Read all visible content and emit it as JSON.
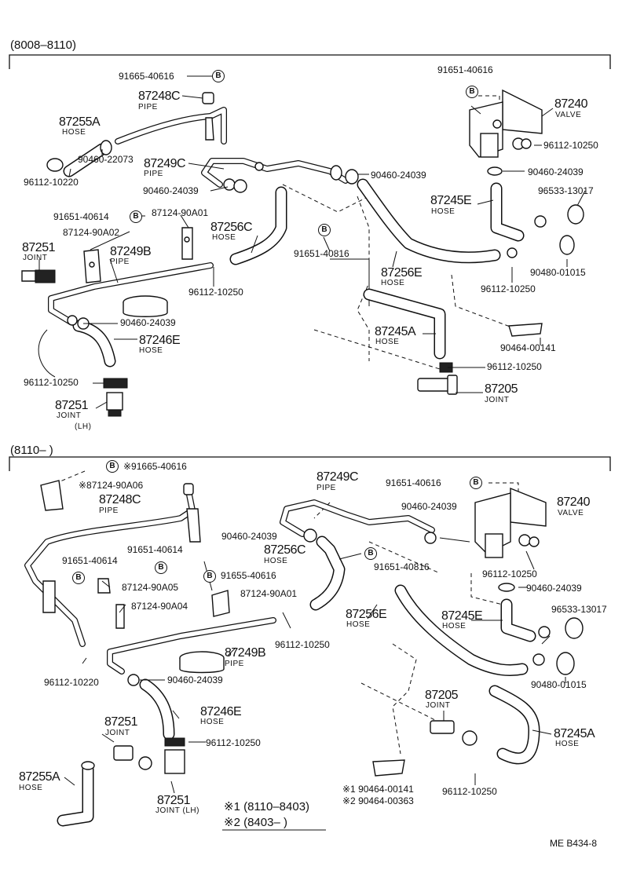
{
  "diagram": {
    "top_section": {
      "range": "(8008–8110)",
      "labels": {
        "a": "91665-40616",
        "b": "87248C",
        "b_sub": "PIPE",
        "c": "87255A",
        "c_sub": "HOSE",
        "d": "90460-22073",
        "e": "96112-10220",
        "f": "87249C",
        "f_sub": "PIPE",
        "g": "90460-24039",
        "h": "90460-24039",
        "i": "91651-40616",
        "j": "87240",
        "j_sub": "VALVE",
        "k": "96112-10250",
        "l": "90460-24039",
        "m": "96533-13017",
        "n": "87245E",
        "n_sub": "HOSE",
        "o": "91651-40614",
        "p": "87124-90A01",
        "q": "87124-90A02",
        "r": "87256C",
        "r_sub": "HOSE",
        "s": "91651-40816",
        "t": "87251",
        "t_sub": "JOINT",
        "u": "87249B",
        "u_sub": "PIPE",
        "v": "87256E",
        "v_sub": "HOSE",
        "w": "90480-01015",
        "x": "96112-10250",
        "y": "96112-10250",
        "z": "90460-24039",
        "aa": "87246E",
        "aa_sub": "HOSE",
        "ab": "87245A",
        "ab_sub": "HOSE",
        "ac": "90464-00141",
        "ad": "96112-10250",
        "ae": "96112-10250",
        "af": "87205",
        "af_sub": "JOINT",
        "ag": "87251",
        "ag_sub": "JOINT",
        "ag_sub2": "(LH)"
      }
    },
    "bottom_section": {
      "range": "(8110–      )",
      "labels": {
        "a": "※91665-40616",
        "b": "※87124-90A06",
        "c": "87248C",
        "c_sub": "PIPE",
        "d": "87249C",
        "d_sub": "PIPE",
        "e": "91651-40616",
        "f": "87240",
        "f_sub": "VALVE",
        "g": "90460-24039",
        "h": "90460-24039",
        "i": "87256C",
        "i_sub": "HOSE",
        "j": "91651-40614",
        "k": "91651-40614",
        "l": "91655-40616",
        "m": "91651-40816",
        "n": "96112-10250",
        "o": "87124-90A05",
        "p": "87124-90A01",
        "q": "90460-24039",
        "r": "87124-90A04",
        "s": "87256E",
        "s_sub": "HOSE",
        "t": "87245E",
        "t_sub": "HOSE",
        "u": "96533-13017",
        "v": "96112-10250",
        "w": "87249B",
        "w_sub": "PIPE",
        "x": "96112-10220",
        "y": "90460-24039",
        "z": "90480-01015",
        "aa": "87205",
        "aa_sub": "JOINT",
        "ab": "87251",
        "ab_sub": "JOINT",
        "ac": "87246E",
        "ac_sub": "HOSE",
        "ad": "87245A",
        "ad_sub": "HOSE",
        "ae": "96112-10250",
        "af": "87255A",
        "af_sub": "HOSE",
        "ag": "※1 90464-00141",
        "ah": "※2 90464-00363",
        "ai": "96112-10250",
        "aj": "87251",
        "aj_sub": "JOINT (LH)"
      },
      "legend": {
        "row1": "※1 (8110–8403)",
        "row2": "※2 (8403–       )"
      }
    },
    "bubble_letter": "B",
    "footer_code": "ME  B434-8"
  }
}
